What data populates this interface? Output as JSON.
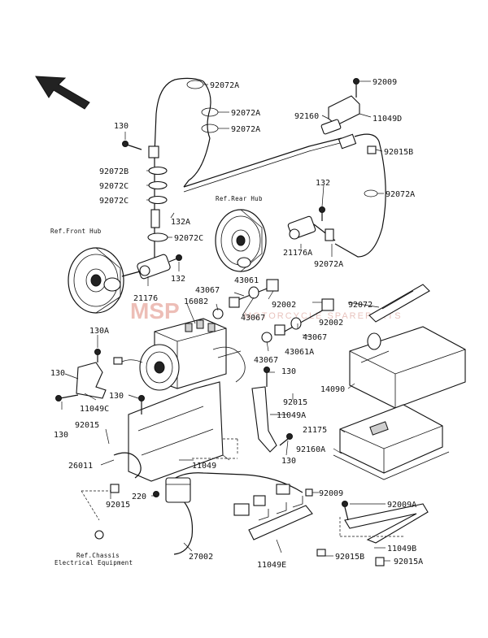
{
  "watermark": {
    "brand": "MSP",
    "tagline": "MOTORCYCLE SPAREPARTS"
  },
  "refs": {
    "front_hub": "Ref.Front Hub",
    "rear_hub": "Ref.Rear Hub",
    "chassis_line1": "Ref.Chassis",
    "chassis_line2": "Electrical Equipment"
  },
  "parts": {
    "p92072A_1": "92072A",
    "p92072A_2": "92072A",
    "p92072A_3": "92072A",
    "p92072A_4": "92072A",
    "p92072A_5": "92072A",
    "p92009_top": "92009",
    "p11049D": "11049D",
    "p92160": "92160",
    "p92015B_top": "92015B",
    "p130_top": "130",
    "p92072B": "92072B",
    "p92072C_1": "92072C",
    "p92072C_2": "92072C",
    "p92072C_3": "92072C",
    "p132A": "132A",
    "p132_top": "132",
    "p21176A": "21176A",
    "p132_mid": "132",
    "p21176": "21176",
    "p43061": "43061",
    "p43067_1": "43067",
    "p43067_2": "43067",
    "p43067_3": "43067",
    "p43067_4": "43067",
    "p92002_1": "92002",
    "p92002_2": "92002",
    "p16082": "16082",
    "p43061A": "43061A",
    "p92072": "92072",
    "p130A": "130A",
    "p130_left": "130",
    "p130_left2": "130",
    "p11049C": "11049C",
    "p130_center": "130",
    "p130_right": "130",
    "p130_right2": "130",
    "p92015_right": "92015",
    "p11049A": "11049A",
    "p14090": "14090",
    "p92015_left": "92015",
    "p21175": "21175",
    "p92160A": "92160A",
    "p26011": "26011",
    "p11049": "11049",
    "p92015_low": "92015",
    "p220": "220",
    "p92009_low": "92009",
    "p92009A": "92009A",
    "p11049B": "11049B",
    "p27002": "27002",
    "p11049E": "11049E",
    "p92015B_low": "92015B",
    "p92015A": "92015A"
  },
  "icons": {
    "direction": "front-direction-arrow-icon"
  }
}
